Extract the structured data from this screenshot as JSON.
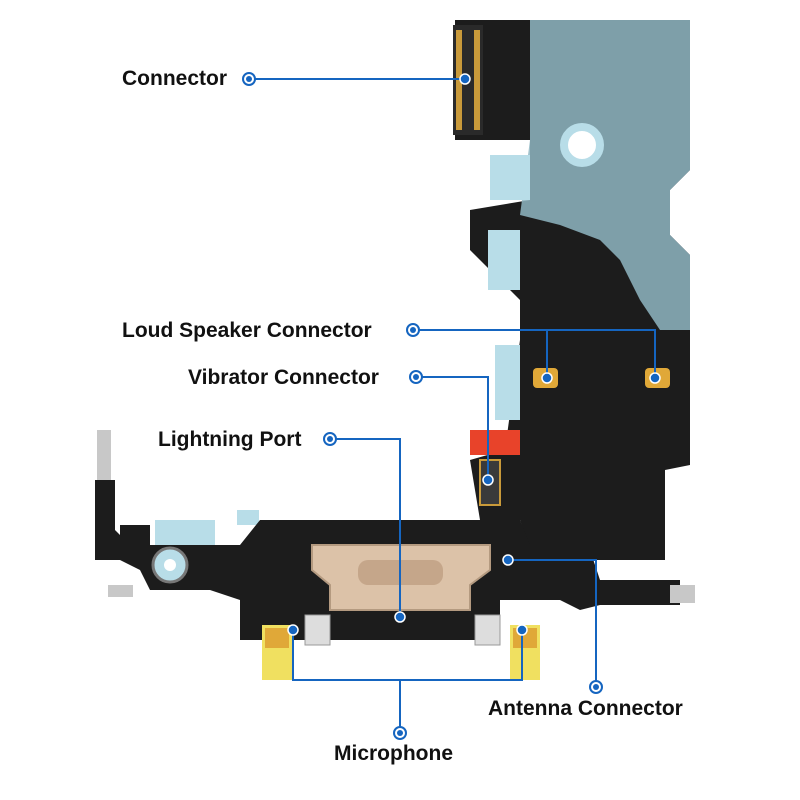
{
  "labels": {
    "connector": "Connector",
    "loud_speaker_connector": "Loud Speaker Connector",
    "vibrator_connector": "Vibrator Connector",
    "lightning_port": "Lightning Port",
    "antenna_connector": "Antenna Connector",
    "microphone": "Microphone"
  },
  "colors": {
    "callout_blue": "#1565c0",
    "flex_black": "#1c1c1c",
    "stiffener_blue": "#b8dde8",
    "port_gold": "#dcc2a8",
    "contact_gold": "#e0a838",
    "red_tape": "#e8432a"
  }
}
